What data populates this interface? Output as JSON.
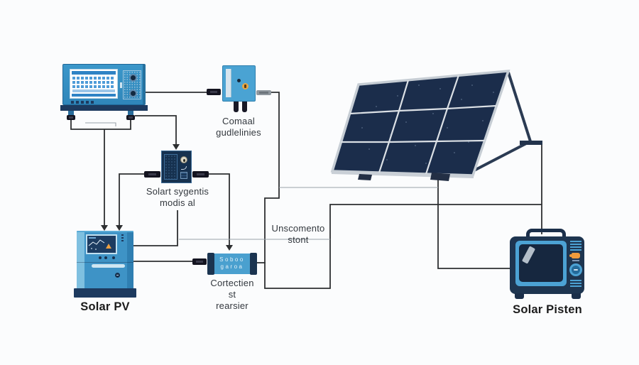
{
  "diagram": {
    "type": "solar-pv-system-diagram",
    "labels": {
      "comal": {
        "line1": "Comaal",
        "line2": "gudlelinies"
      },
      "sygentis": {
        "line1": "Solart sygentis",
        "line2": "modis al"
      },
      "solar_pv": "Solar PV",
      "unscomento": "Unscomento stont",
      "cortectien": {
        "line1": "Cortectien",
        "line2": "st",
        "line3": "rearsier"
      },
      "cortectien_device_text": {
        "line1": "Soboo",
        "line2": "garoa"
      },
      "solar_pisten": "Solar Pisten"
    },
    "colors": {
      "background": "#fbfcfd",
      "device_blue": "#3e93c6",
      "device_blue_light": "#7fc0e0",
      "box_blue": "#4aa3d3",
      "navy": "#1d3a5f",
      "panel_cell": "#1b2d4b",
      "panel_frame": "#d8dde2",
      "accent_orange": "#ef9b3c",
      "wire": "#2d2f31",
      "wire_thin": "#9aa2a9",
      "label_text": "#33383e"
    }
  }
}
